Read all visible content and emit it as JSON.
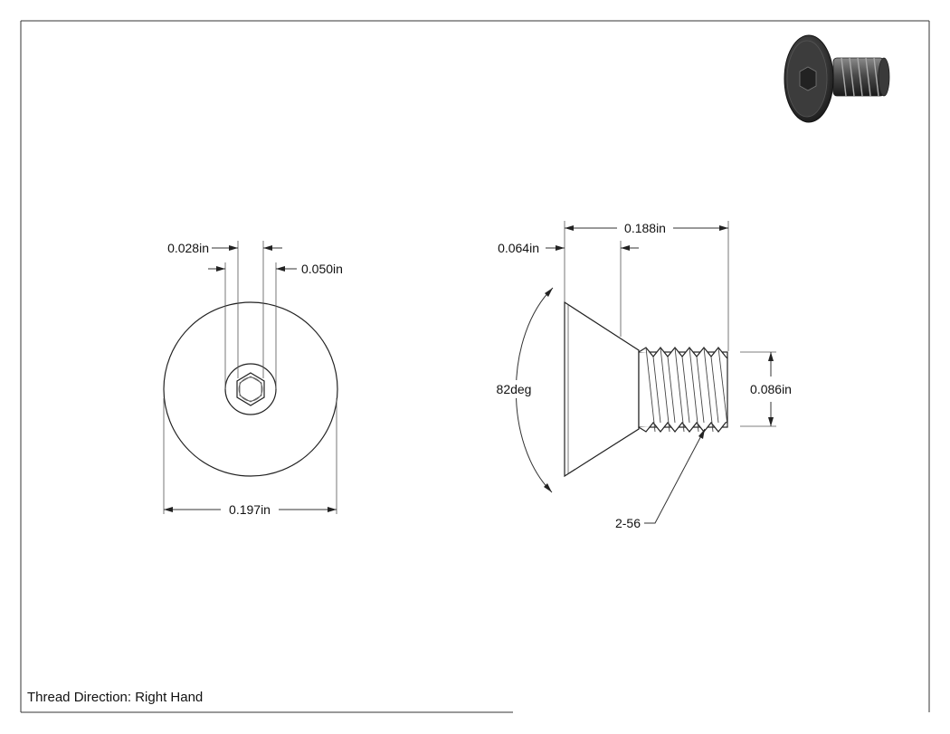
{
  "drawing": {
    "front_view": {
      "hex_width_label": "0.028in",
      "socket_diameter_label": "0.050in",
      "head_diameter_label": "0.197in"
    },
    "side_view": {
      "length_label": "0.188in",
      "head_height_label": "0.064in",
      "angle_label": "82deg",
      "thread_diameter_label": "0.086in",
      "thread_callout": "2-56"
    },
    "note": "Thread Direction: Right Hand"
  }
}
